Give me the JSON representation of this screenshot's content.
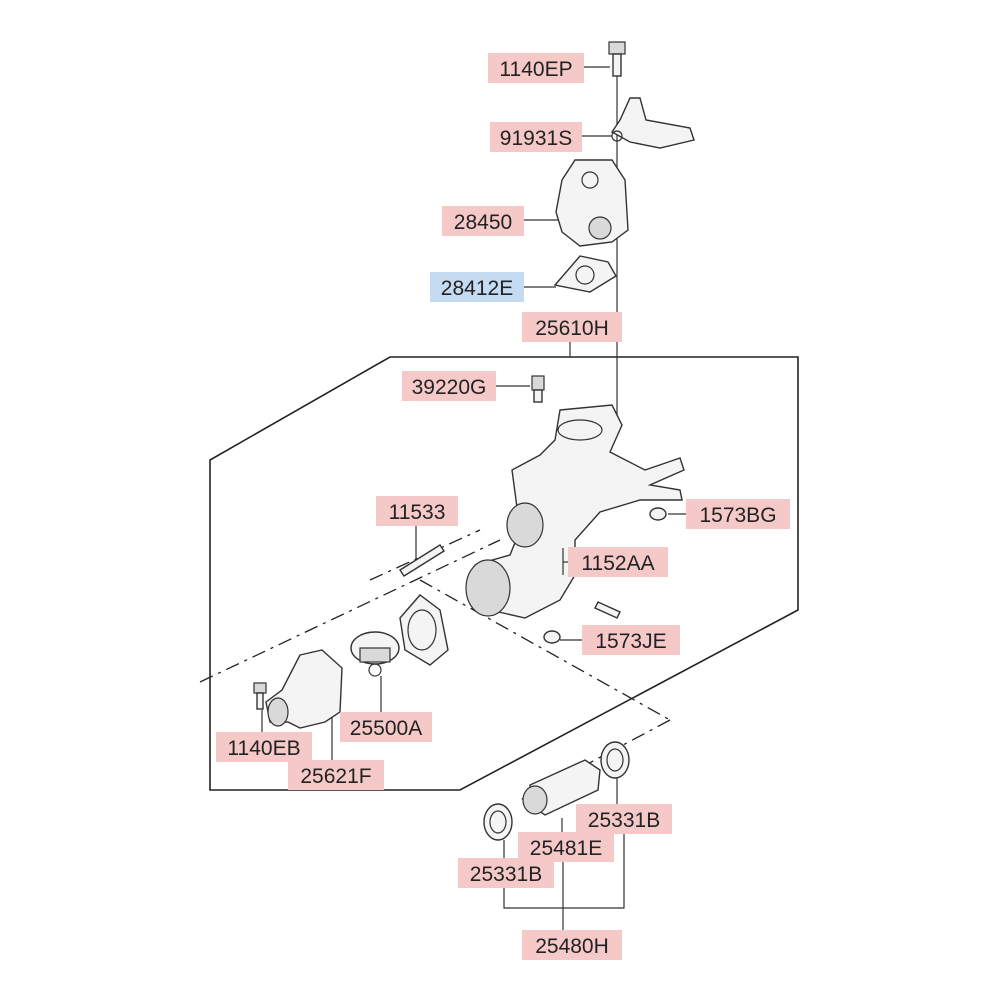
{
  "colors": {
    "label_bg": "#f6c9c9",
    "label_bg_highlight": "#c5dbf2",
    "line": "#222222"
  },
  "labels": {
    "p1140EP": "1140EP",
    "p91931S": "91931S",
    "p28450": "28450",
    "p28412E": "28412E",
    "p25610H": "25610H",
    "p39220G": "39220G",
    "p11533": "11533",
    "p1573BG": "1573BG",
    "p1152AA": "1152AA",
    "p1573JE": "1573JE",
    "p25500A": "25500A",
    "p1140EB": "1140EB",
    "p25621F": "25621F",
    "p25331B_right": "25331B",
    "p25481E": "25481E",
    "p25331B_left": "25331B",
    "p25480H": "25480H"
  },
  "highlighted": [
    "p28412E"
  ]
}
